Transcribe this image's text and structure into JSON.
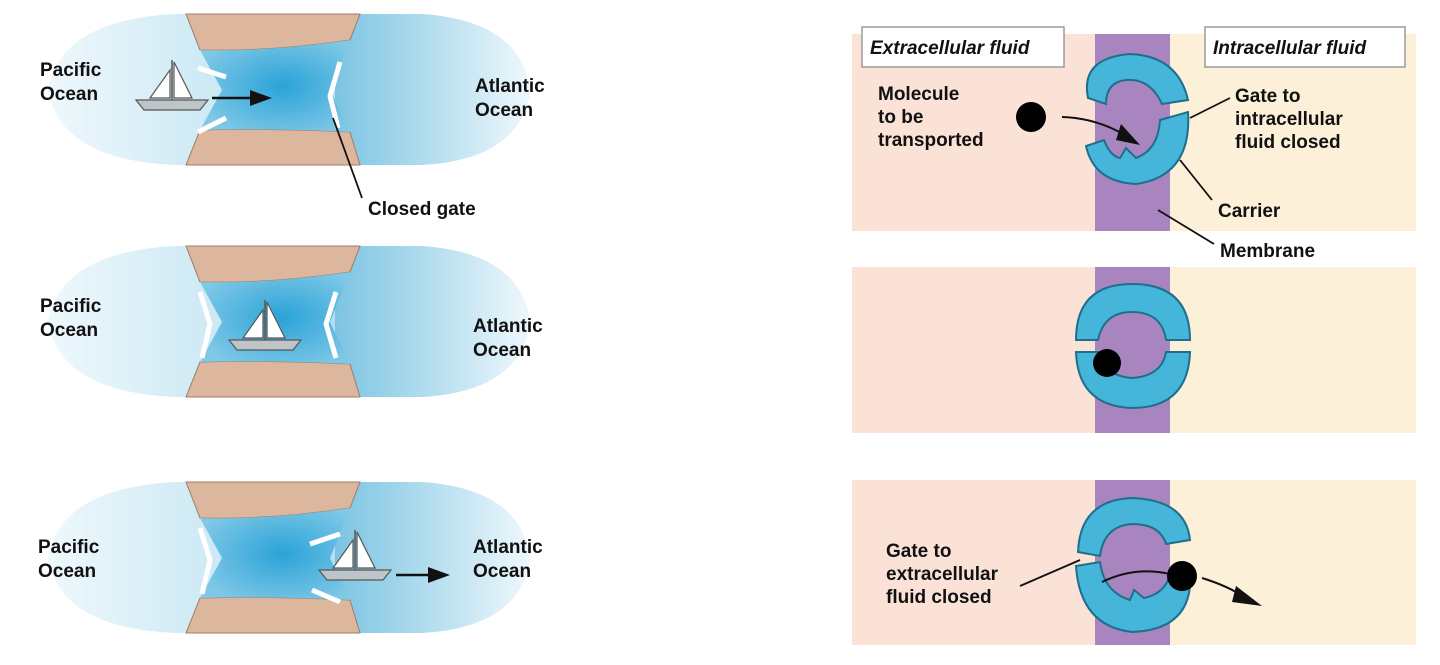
{
  "canal": {
    "left_label": [
      "Pacific",
      "Ocean"
    ],
    "right_label": [
      "Atlantic",
      "Ocean"
    ],
    "gate_label": "Closed gate"
  },
  "transport": {
    "extracellular_header": "Extracellular fluid",
    "intracellular_header": "Intracellular fluid",
    "molecule_label": [
      "Molecule",
      "to be",
      "transported"
    ],
    "gate_intra_label": [
      "Gate to",
      "intracellular",
      "fluid closed"
    ],
    "carrier_label": "Carrier",
    "membrane_label": "Membrane",
    "gate_extra_label": [
      "Gate to",
      "extracellular",
      "fluid closed"
    ]
  },
  "colors": {
    "water_light": "#d8eef7",
    "water_mid": "#7fc6e4",
    "water_deep": "#35aadc",
    "land": "#dcb79e",
    "extracellular_bg": "#fbe2d6",
    "intracellular_bg": "#fdf0d9",
    "membrane": "#a985c0",
    "carrier": "#45b5d9",
    "carrier_stroke": "#1f6f8c"
  }
}
